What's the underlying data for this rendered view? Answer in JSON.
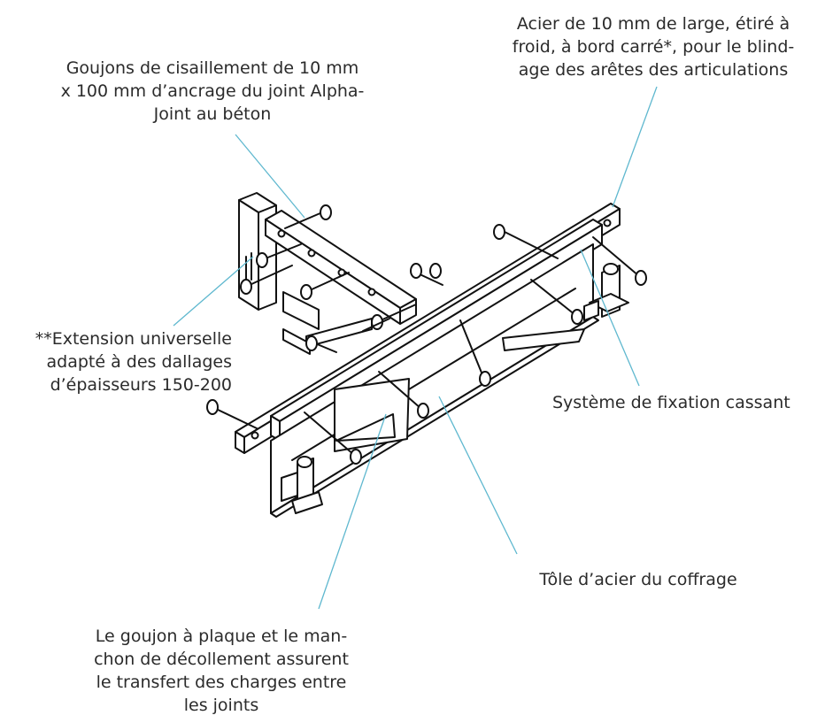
{
  "labels": {
    "shear_studs": "Goujons de cisaillement de 10 mm\nx 100 mm d’ancrage du joint Alpha-\nJoint au béton",
    "steel_edge": "Acier de 10 mm de large, étiré à\nfroid, à bord carré*, pour le blind-\nage des arêtes des articulations",
    "universal_extension": "**Extension universelle\nadapté à des dallages\nd’épaisseurs 150-200",
    "breakaway_fixing": "Système de fixation cassant",
    "formwork_sheet": "Tôle d’acier du coffrage",
    "plate_dowel": "Le goujon à plaque et le man-\nchon de décollement assurent\nle transfert des charges entre\nles joints"
  },
  "colors": {
    "leader_line": "#5fb8cf",
    "drawing_stroke": "#111111",
    "text": "#2b2b2b"
  }
}
